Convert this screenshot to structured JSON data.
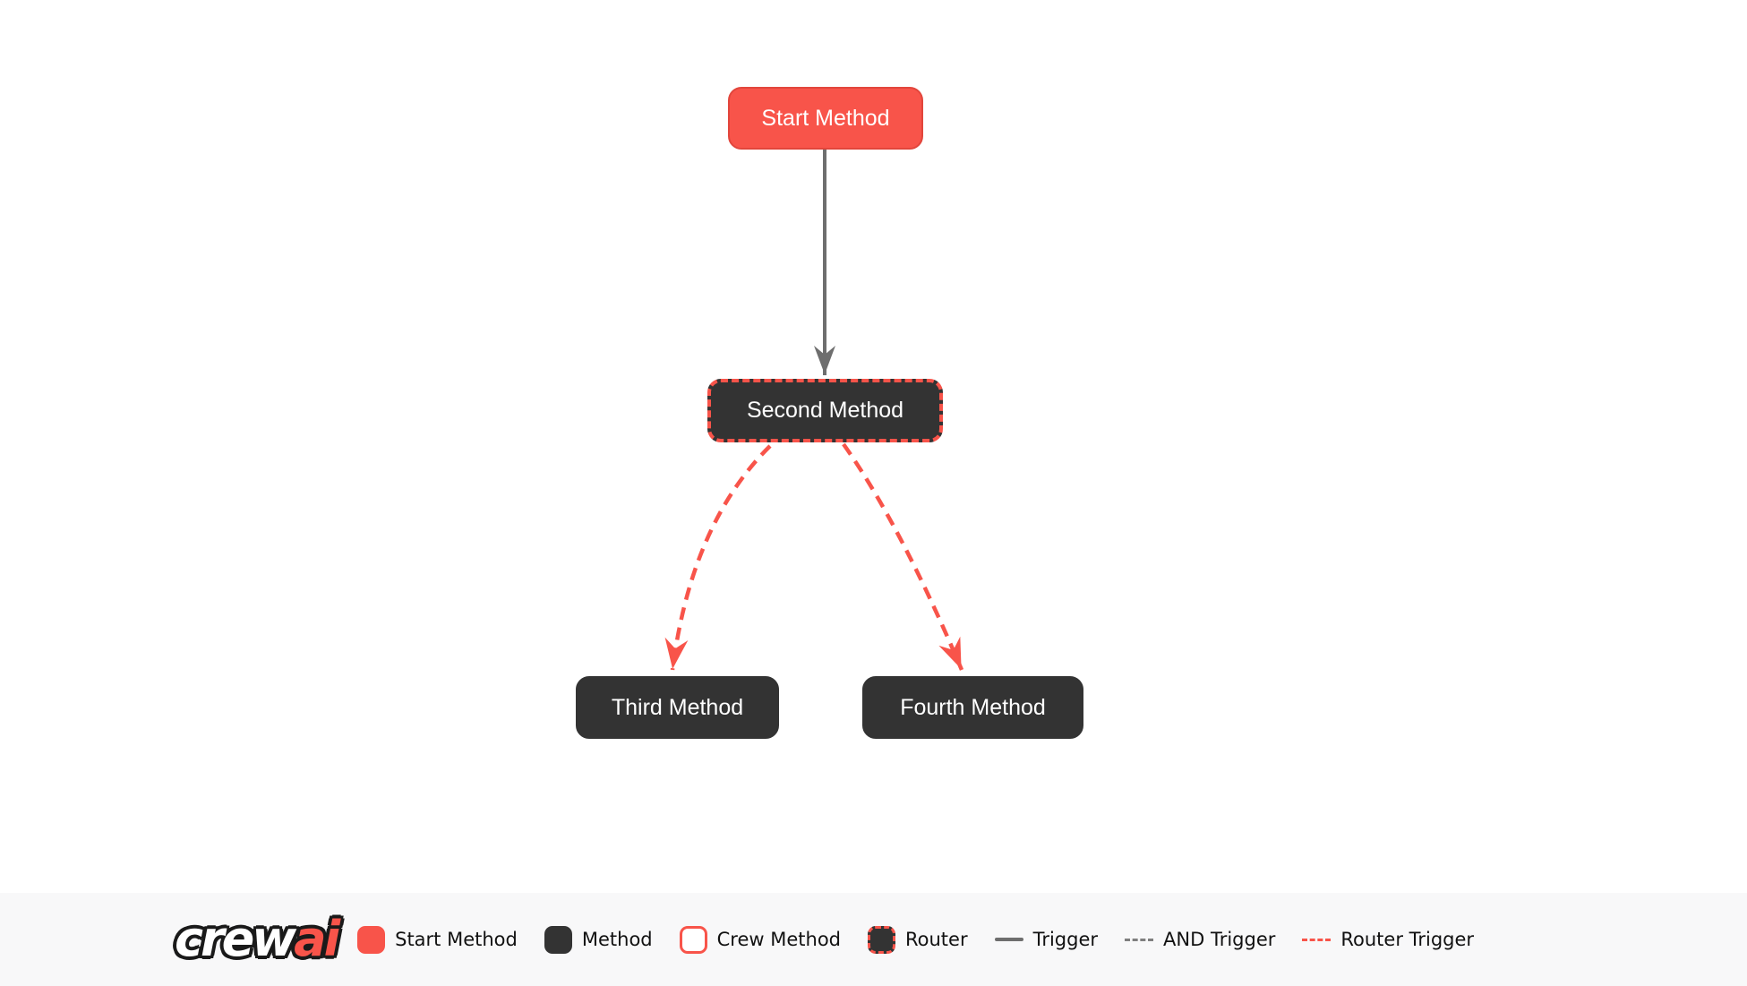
{
  "diagram": {
    "nodes": [
      {
        "id": "start",
        "label": "Start Method",
        "type": "start-method"
      },
      {
        "id": "second",
        "label": "Second Method",
        "type": "router"
      },
      {
        "id": "third",
        "label": "Third Method",
        "type": "method"
      },
      {
        "id": "fourth",
        "label": "Fourth Method",
        "type": "method"
      }
    ],
    "edges": [
      {
        "from": "start",
        "to": "second",
        "type": "trigger"
      },
      {
        "from": "second",
        "to": "third",
        "type": "router-trigger"
      },
      {
        "from": "second",
        "to": "fourth",
        "type": "router-trigger"
      }
    ]
  },
  "legend": {
    "logo": {
      "part1": "crew",
      "part2": "ai"
    },
    "items": [
      {
        "label": "Start Method",
        "swatch": "start-method-swatch"
      },
      {
        "label": "Method",
        "swatch": "method-swatch"
      },
      {
        "label": "Crew Method",
        "swatch": "crew-method-swatch"
      },
      {
        "label": "Router",
        "swatch": "router-swatch"
      },
      {
        "label": "Trigger",
        "swatch": "trigger-line-solid-gray"
      },
      {
        "label": "AND Trigger",
        "swatch": "and-trigger-line-dashed-gray"
      },
      {
        "label": "Router Trigger",
        "swatch": "router-trigger-line-dashed-red"
      }
    ]
  },
  "colors": {
    "accent_red": "#F8544A",
    "start_node_border": "#E2463C",
    "dark_node": "#333333",
    "trigger_gray": "#6E6E6E",
    "and_trigger_gray": "#7F7F7F",
    "legend_background": "#F8F8F9",
    "canvas_background": "#FFFFFF",
    "node_text": "#FFFFFF",
    "legend_text": "#111111"
  }
}
